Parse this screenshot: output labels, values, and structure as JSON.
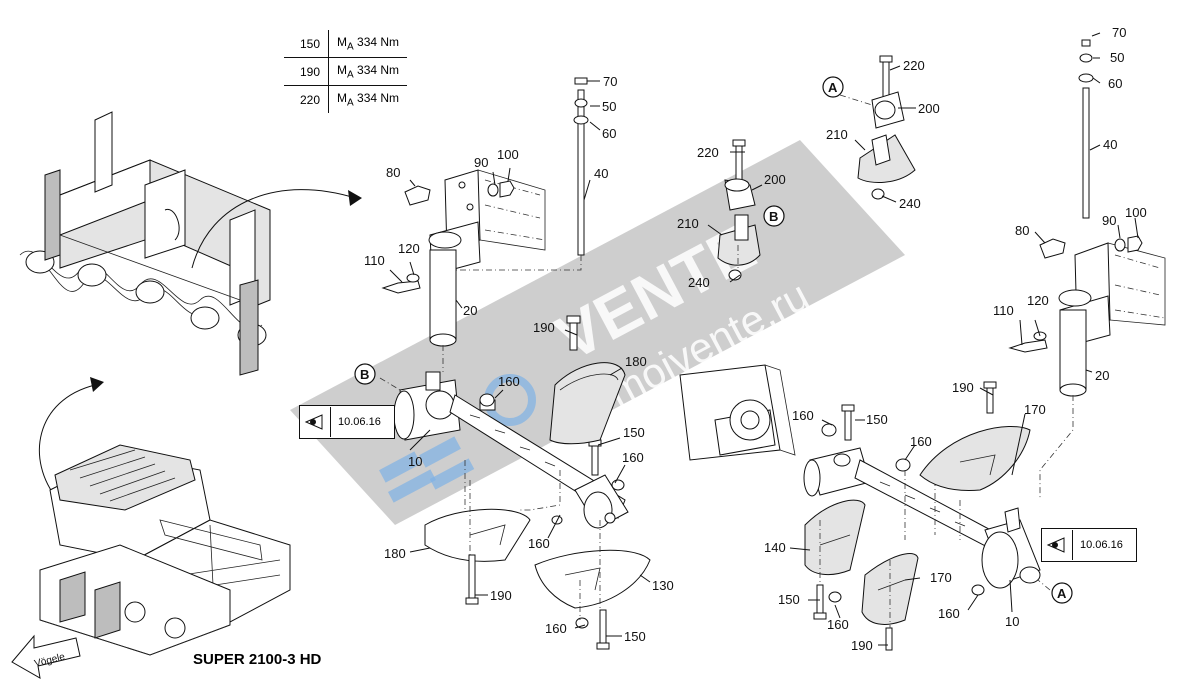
{
  "torque_table": {
    "rows": [
      {
        "pos": "150",
        "sym": "M",
        "sub": "A",
        "value": "334 Nm"
      },
      {
        "pos": "190",
        "sym": "M",
        "sub": "A",
        "value": "334 Nm"
      },
      {
        "pos": "220",
        "sym": "M",
        "sub": "A",
        "value": "334 Nm"
      }
    ]
  },
  "model_title": "SUPER 2100-3 HD",
  "machine_brand": "Vögele",
  "ref_boxes": {
    "left": "10.06.16",
    "right": "10.06.16"
  },
  "callouts": {
    "a_top": "A",
    "a_bottom": "A",
    "b_left": "B",
    "b_mid": "B"
  },
  "watermark": {
    "brand": "VENTE",
    "site": "moivente.ru"
  },
  "labels": {
    "l70": "70",
    "l50": "50",
    "l60": "60",
    "l40": "40",
    "l80": "80",
    "l90": "90",
    "l100": "100",
    "l110": "110",
    "l120": "120",
    "l20": "20",
    "l190a": "190",
    "l180a": "180",
    "l160a": "160",
    "l150a": "150",
    "l160b": "160",
    "l10": "10",
    "l180b": "180",
    "l160c": "160",
    "l130": "130",
    "l190b": "190",
    "l160d": "160",
    "l150b": "150",
    "m220": "220",
    "m200": "200",
    "m210": "210",
    "m240": "240",
    "r220": "220",
    "r200": "200",
    "r210": "210",
    "r240": "240",
    "r70": "70",
    "r50": "50",
    "r60": "60",
    "r40": "40",
    "r80": "80",
    "r90": "90",
    "r100": "100",
    "r110": "110",
    "r120": "120",
    "r20": "20",
    "r190": "190",
    "r170a": "170",
    "r160a": "160",
    "r150a": "150",
    "r160b": "160",
    "r140": "140",
    "r170b": "170",
    "r150b": "150",
    "r160c": "160",
    "r190b": "190",
    "r160d": "160",
    "r10": "10"
  }
}
